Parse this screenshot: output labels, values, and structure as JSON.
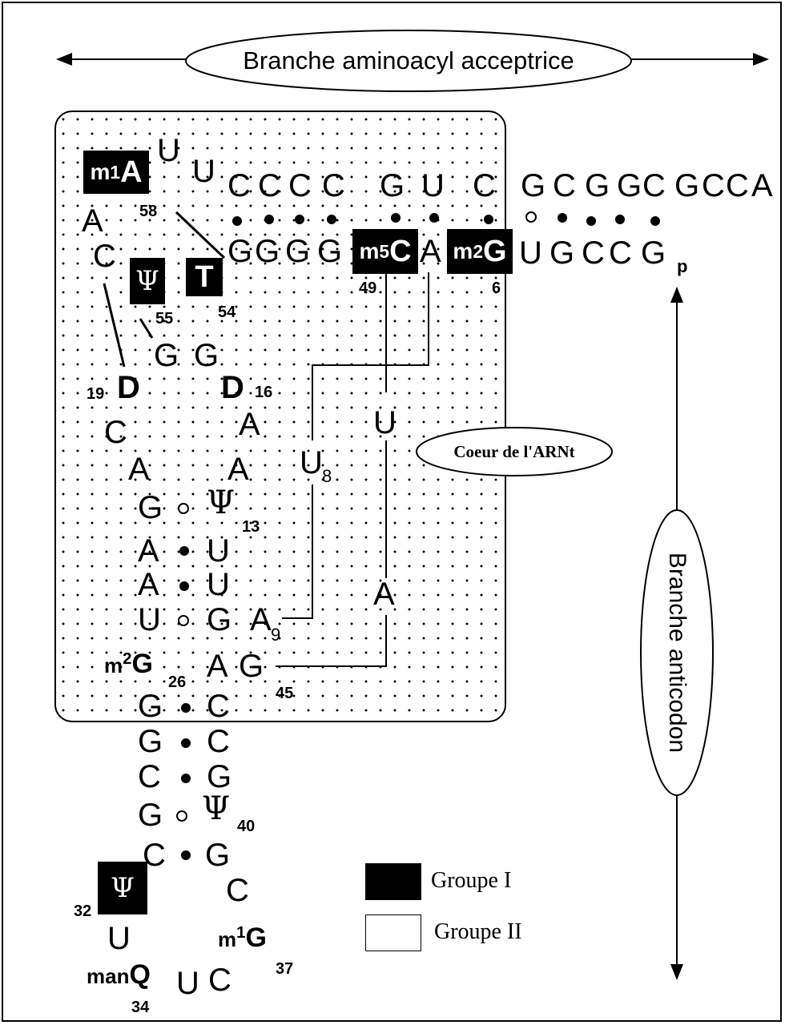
{
  "title_top": "Branche aminoacyl acceptrice",
  "title_side": "Branche anticodon",
  "core_label": "Coeur de l'ARNt",
  "legend": [
    {
      "label": "Groupe I",
      "color": "#000000"
    },
    {
      "label": "Groupe II",
      "color": "#ffffff"
    }
  ],
  "acceptor": {
    "top_strand": [
      "C",
      "C",
      "C",
      "C",
      "G",
      "U",
      "C",
      "G",
      "C",
      "G",
      "G",
      "C",
      "G",
      "C",
      "C",
      "A"
    ],
    "bottom_strand": [
      "G",
      "G",
      "G",
      "G",
      "A",
      "U",
      "G",
      "C",
      "C",
      "G"
    ],
    "end": "p",
    "m5C": {
      "prefix": "m",
      "sup": "5",
      "base": "C"
    },
    "m2G_6": {
      "prefix": "m",
      "sup": "2",
      "base": "G"
    },
    "num_49": "49",
    "num_6": "6"
  },
  "t_loop": {
    "m1A": {
      "prefix": "m",
      "sup": "1",
      "base": "A"
    },
    "U1": "U",
    "U2": "U",
    "num_58": "58",
    "A": "A",
    "C": "C",
    "psi": "Ψ",
    "T": "T",
    "num_55": "55",
    "num_54": "54",
    "G1": "G",
    "G2": "G"
  },
  "d_arm": {
    "D19": "D",
    "num_19": "19",
    "D16": "D",
    "num_16": "16",
    "C": "C",
    "A1": "A",
    "A2": "A",
    "A3": "A",
    "pairs": [
      {
        "left": "G",
        "right": "Ψ"
      },
      {
        "left": "A",
        "right": "U"
      },
      {
        "left": "A",
        "right": "U"
      },
      {
        "left": "U",
        "right": "G"
      }
    ],
    "num_13": "13"
  },
  "tertiary": {
    "U_top": "U",
    "U8": "U",
    "num_8": "8",
    "A_mid": "A",
    "A9": "A",
    "num_9": "9",
    "m2G26": {
      "prefix": "m",
      "sup": "2",
      "base": "G"
    },
    "num_26": "26",
    "A26p": "A",
    "G45": "G",
    "num_45": "45"
  },
  "anticodon": {
    "pairs": [
      {
        "left": "G",
        "right": "C"
      },
      {
        "left": "G",
        "right": "C"
      },
      {
        "left": "C",
        "right": "G"
      },
      {
        "left": "G",
        "right": "Ψ"
      },
      {
        "left": "C",
        "right": "G"
      }
    ],
    "num_40": "40",
    "psi32": "Ψ",
    "num_32": "32",
    "C_loop": "C",
    "U_loop": "U",
    "m1G": {
      "prefix": "m",
      "sup": "1",
      "base": "G"
    },
    "num_37": "37",
    "manQ": {
      "prefix": "man",
      "base": "Q"
    },
    "U35": "U",
    "C36": "C",
    "num_34": "34"
  }
}
